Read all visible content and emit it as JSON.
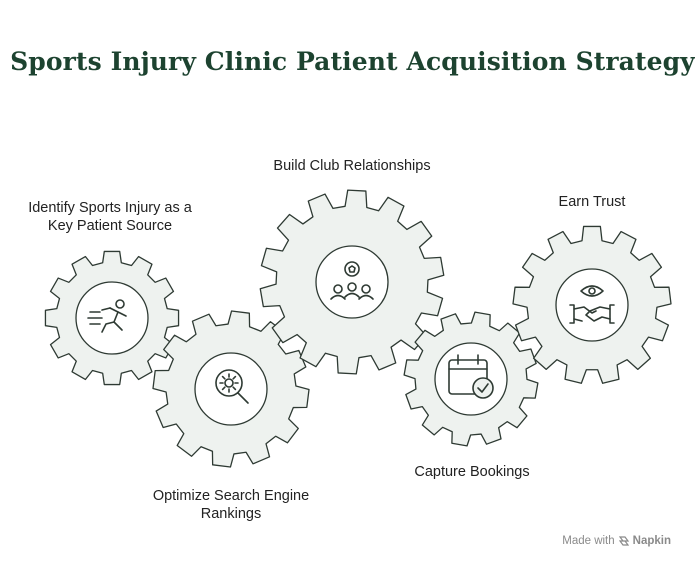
{
  "title": "Sports Injury Clinic Patient Acquisition Strategy",
  "colors": {
    "gear_fill": "#eef2ef",
    "gear_stroke": "#2e3a33",
    "title": "#1d4330"
  },
  "steps": [
    {
      "lines": [
        "Identify Sports Injury as a",
        "Key Patient Source"
      ],
      "icon": "runner-icon"
    },
    {
      "lines": [
        "Optimize Search Engine",
        "Rankings"
      ],
      "icon": "search-gear-icon"
    },
    {
      "lines": [
        "Build Club Relationships"
      ],
      "icon": "team-icon"
    },
    {
      "lines": [
        "Capture Bookings"
      ],
      "icon": "calendar-check-icon"
    },
    {
      "lines": [
        "Earn Trust"
      ],
      "icon": "handshake-eye-icon"
    }
  ],
  "footer": {
    "made_with": "Made with",
    "brand": "Napkin",
    "logo_icon": "napkin-logo-icon"
  }
}
